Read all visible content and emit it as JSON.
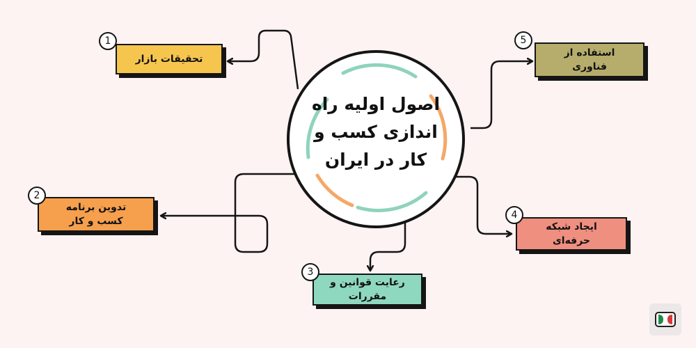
{
  "hub": {
    "line1": "اصول اولیه راه",
    "line2": "اندازی کسب و",
    "line3": "کار در ایران"
  },
  "steps": [
    {
      "number": "1",
      "line1": "تحقیقات بازار",
      "line2": "",
      "color": "#f6c54e"
    },
    {
      "number": "2",
      "line1": "تدوین برنامه",
      "line2": "کسب و کار",
      "color": "#f6a04d"
    },
    {
      "number": "3",
      "line1": "رعایت قوانین و",
      "line2": "مقررات",
      "color": "#8fd8c0"
    },
    {
      "number": "4",
      "line1": "ایجاد شبکه",
      "line2": "حرفه‌ای",
      "color": "#ef8f80"
    },
    {
      "number": "5",
      "line1": "استفاده از",
      "line2": "فناوری",
      "color": "#b6ad6c"
    }
  ],
  "colors": {
    "background": "#fdf3f2",
    "arc_teal": "#8fd3bd",
    "arc_orange": "#f5a867",
    "outline": "#151515"
  },
  "logo": {
    "icon": "brand-logo-icon"
  }
}
